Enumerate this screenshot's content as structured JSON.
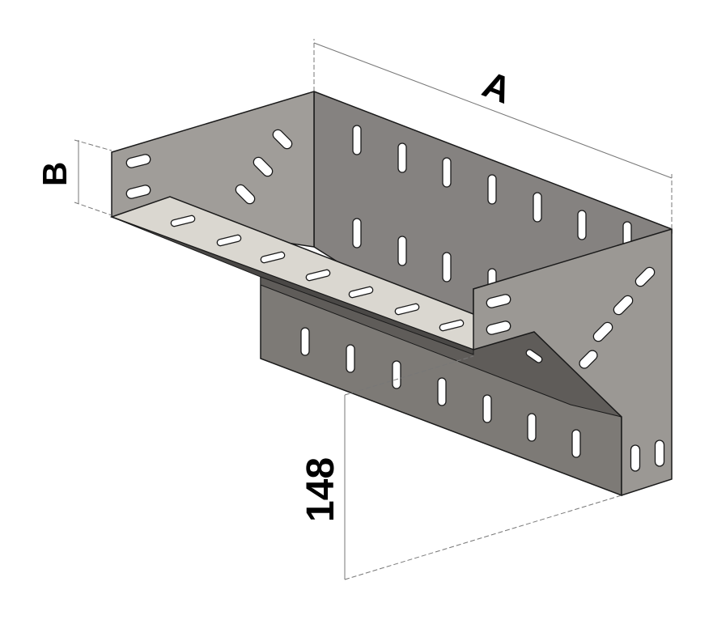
{
  "dimensions": {
    "a_label": "A",
    "b_label": "B",
    "height_value": "148"
  },
  "colors": {
    "back_wall": "#858280",
    "left_wall": "#a09d99",
    "shelf": "#dad7d0",
    "lower_plate": "#7d7a76",
    "lower_shadow": "#5f5c59",
    "front_plate": "#9b9894",
    "edge": "#1a1a1a",
    "slot": "#ffffff",
    "dim_line": "#777777"
  }
}
